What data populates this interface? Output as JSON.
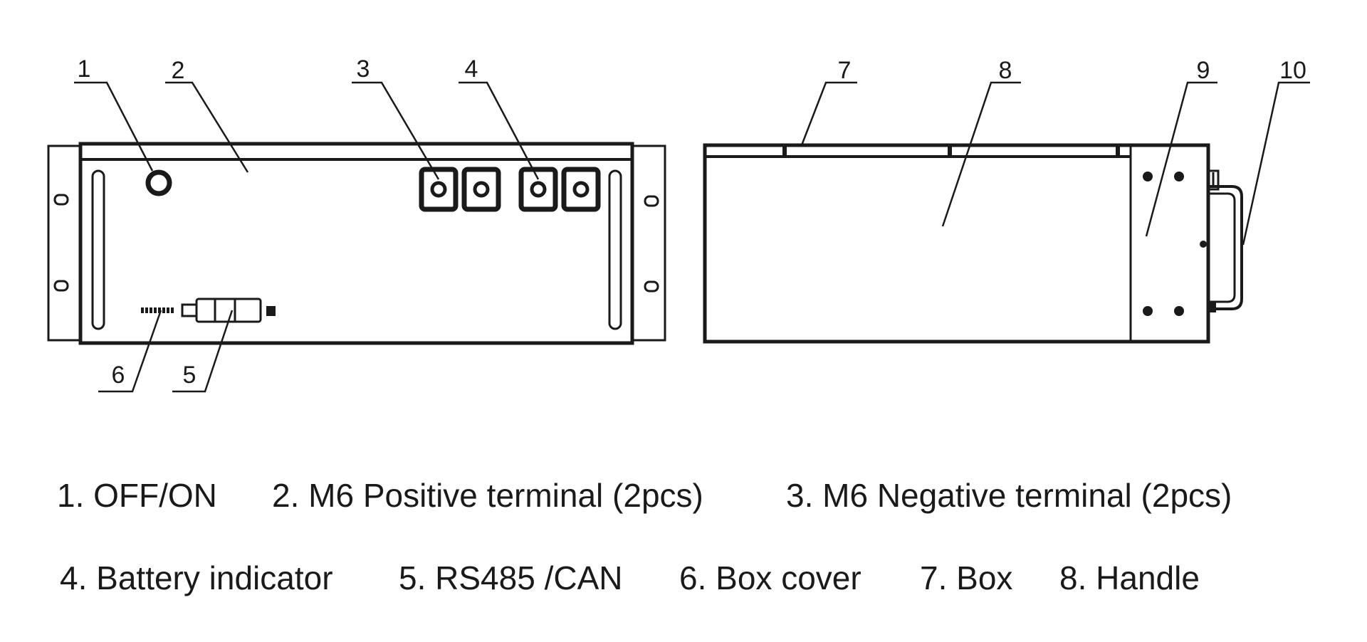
{
  "callouts": [
    "1",
    "2",
    "3",
    "4",
    "5",
    "6",
    "7",
    "8",
    "9",
    "10"
  ],
  "legend": {
    "row1": [
      "1. OFF/ON",
      "2. M6 Positive terminal (2pcs)",
      "3. M6 Negative terminal (2pcs)"
    ],
    "row2": [
      "4. Battery indicator",
      "5. RS485 /CAN",
      "6. Box cover",
      "7. Box",
      "8. Handle"
    ]
  },
  "colors": {
    "line": "#1a1a1a",
    "background": "#ffffff"
  }
}
